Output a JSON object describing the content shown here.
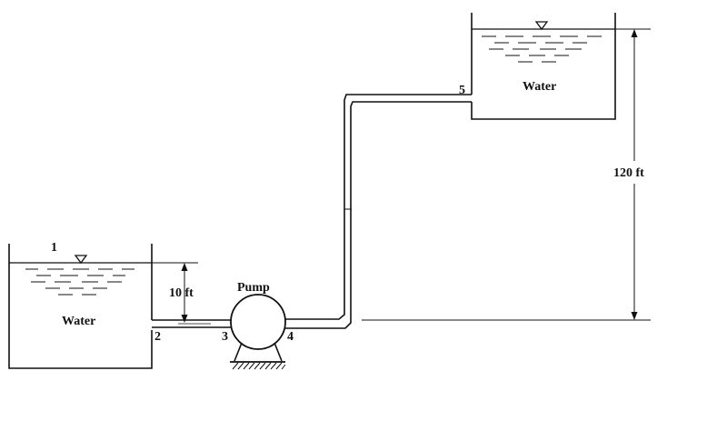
{
  "labels": {
    "point_1": "1",
    "point_2": "2",
    "point_3": "3",
    "point_4": "4",
    "point_5": "5",
    "lower_tank": "Water",
    "upper_tank": "Water",
    "pump": "Pump",
    "lower_height": "10 ft",
    "upper_height": "120 ft"
  },
  "icons": [
    "water-level-triangle-icon",
    "ground-hatch-icon",
    "pump-icon"
  ]
}
